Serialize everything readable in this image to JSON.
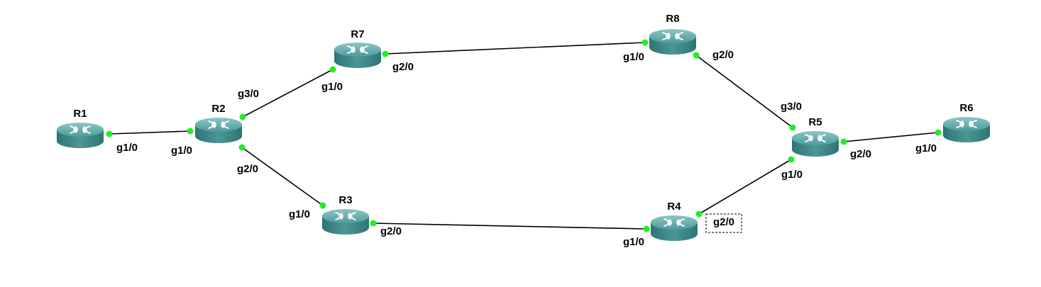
{
  "topology": {
    "routers": [
      {
        "id": "R1",
        "label": "R1"
      },
      {
        "id": "R2",
        "label": "R2"
      },
      {
        "id": "R3",
        "label": "R3"
      },
      {
        "id": "R4",
        "label": "R4"
      },
      {
        "id": "R5",
        "label": "R5"
      },
      {
        "id": "R6",
        "label": "R6"
      },
      {
        "id": "R7",
        "label": "R7"
      },
      {
        "id": "R8",
        "label": "R8"
      }
    ],
    "links": [
      {
        "from": "R1",
        "from_port": "g1/0",
        "to": "R2",
        "to_port": "g1/0"
      },
      {
        "from": "R2",
        "from_port": "g3/0",
        "to": "R7",
        "to_port": "g1/0"
      },
      {
        "from": "R2",
        "from_port": "g2/0",
        "to": "R3",
        "to_port": "g1/0"
      },
      {
        "from": "R7",
        "from_port": "g2/0",
        "to": "R8",
        "to_port": "g1/0"
      },
      {
        "from": "R3",
        "from_port": "g2/0",
        "to": "R4",
        "to_port": "g1/0"
      },
      {
        "from": "R8",
        "from_port": "g2/0",
        "to": "R5",
        "to_port": "g3/0"
      },
      {
        "from": "R4",
        "from_port": "g2/0",
        "to": "R5",
        "to_port": "g1/0"
      },
      {
        "from": "R5",
        "from_port": "g2/0",
        "to": "R6",
        "to_port": "g1/0"
      }
    ],
    "selected_port": {
      "router": "R4",
      "port": "g2/0"
    },
    "colors": {
      "router_body": "#3f8c8c",
      "router_top": "#5aa5a5",
      "port_dot": "#22ee22",
      "link": "#000000"
    },
    "icon": "router-icon"
  }
}
